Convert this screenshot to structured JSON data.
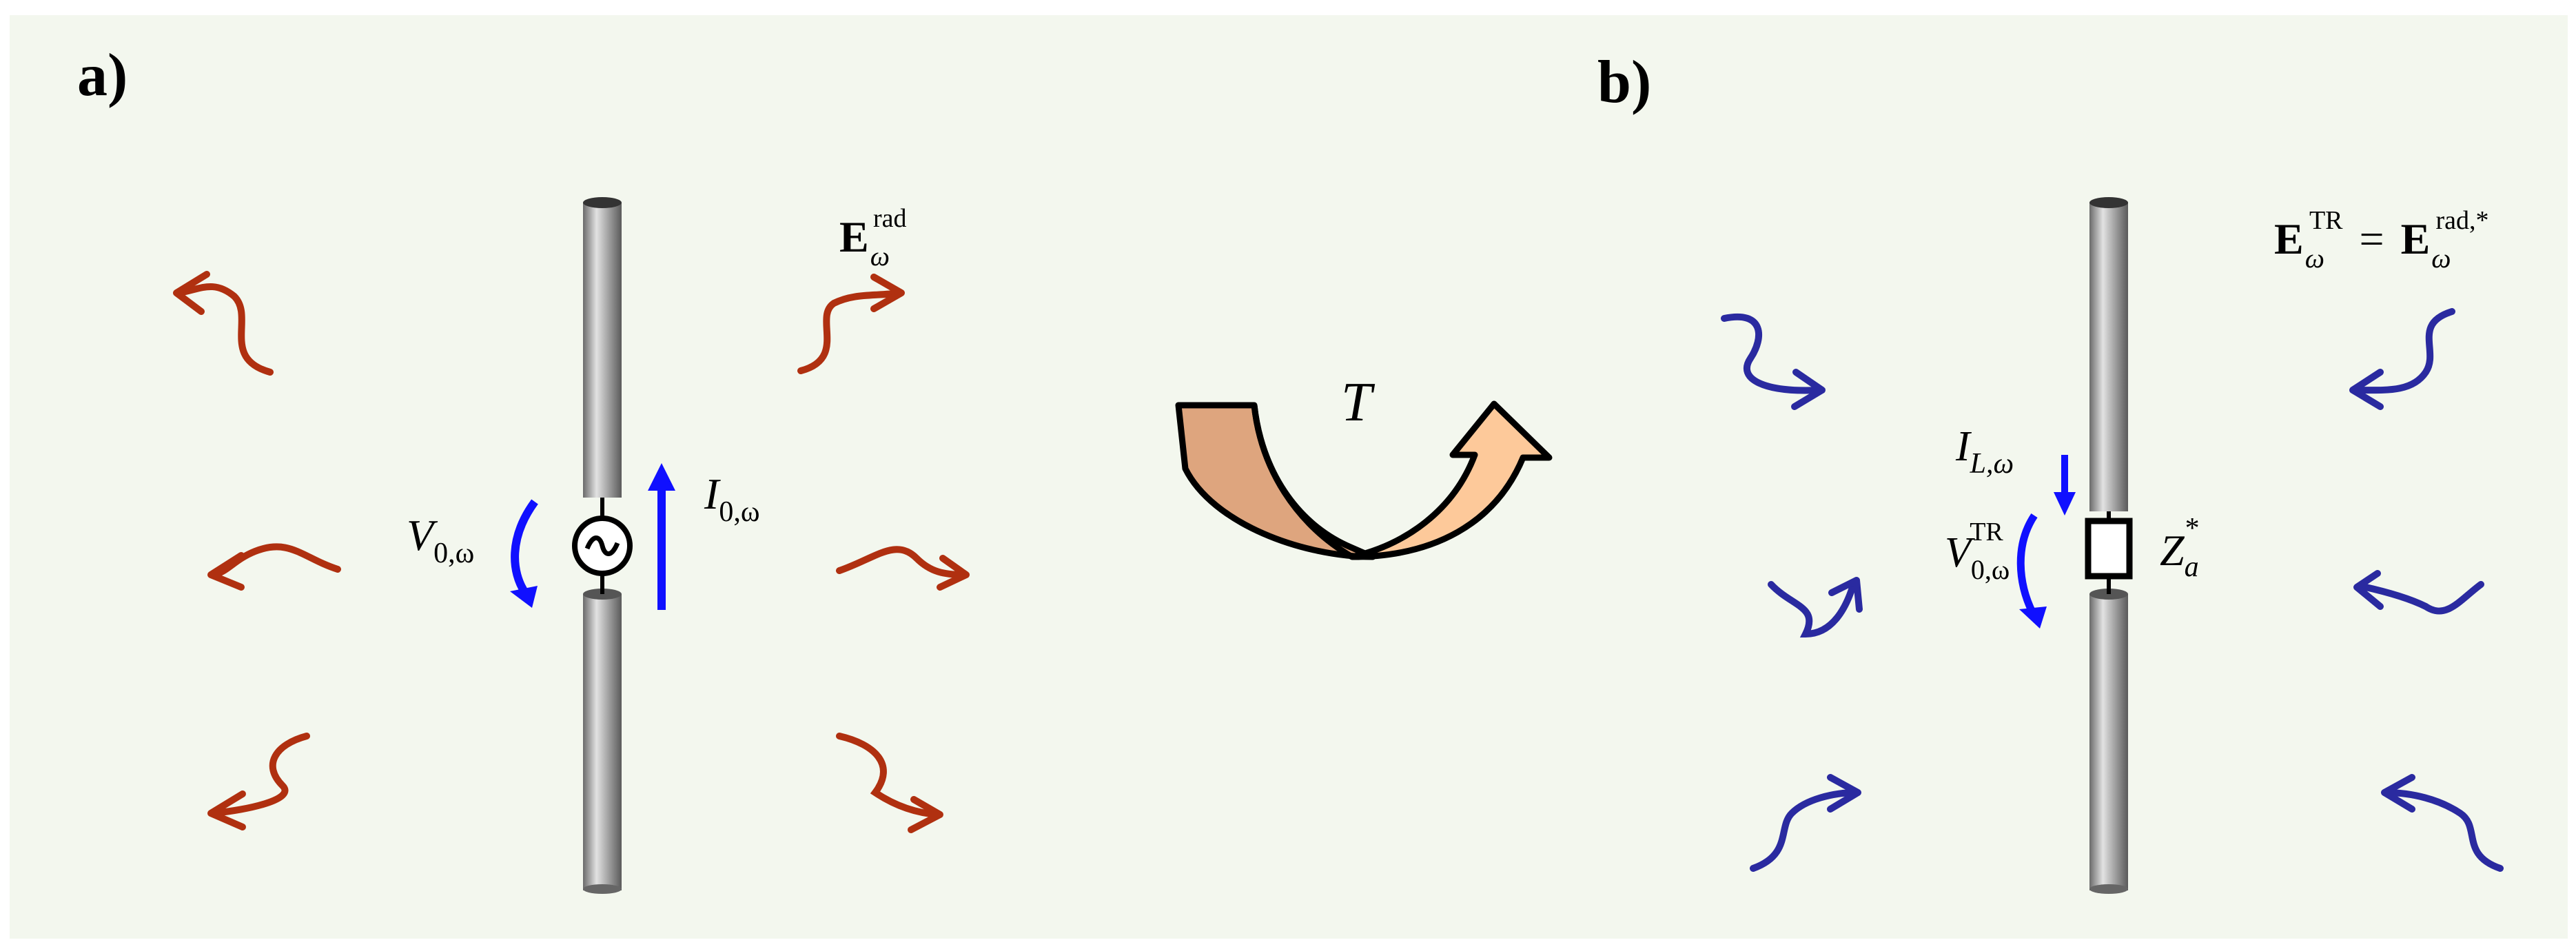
{
  "panels": {
    "a": {
      "label": "a)",
      "voltage": {
        "symbol": "V",
        "sub": "0,ω"
      },
      "current": {
        "symbol": "I",
        "sub": "0,ω"
      },
      "field": {
        "symbol": "E",
        "sub": "ω",
        "sup": "rad"
      },
      "source_icon": "ac-source-icon",
      "wave_color": "#b03010",
      "arrow_color": "#1010ff"
    },
    "b": {
      "label": "b)",
      "current": {
        "symbol": "I",
        "sub": "L,ω"
      },
      "voltage": {
        "symbol": "V",
        "sub": "0,ω",
        "sup": "TR"
      },
      "load": {
        "symbol": "Z",
        "sub": "a",
        "sup": "*"
      },
      "field_lhs": {
        "symbol": "E",
        "sub": "ω",
        "sup": "TR"
      },
      "equals": "=",
      "field_rhs": {
        "symbol": "E",
        "sub": "ω",
        "sup": "rad,*"
      },
      "load_icon": "impedance-box-icon",
      "wave_color": "#2a2aa0",
      "arrow_color": "#1010ff"
    }
  },
  "center": {
    "operator": "T",
    "arrow_icon": "time-reversal-arrow-icon",
    "arrow_colors": {
      "left": "#dea57e",
      "right": "#fdc99a"
    }
  },
  "background": "#f3f7ee"
}
